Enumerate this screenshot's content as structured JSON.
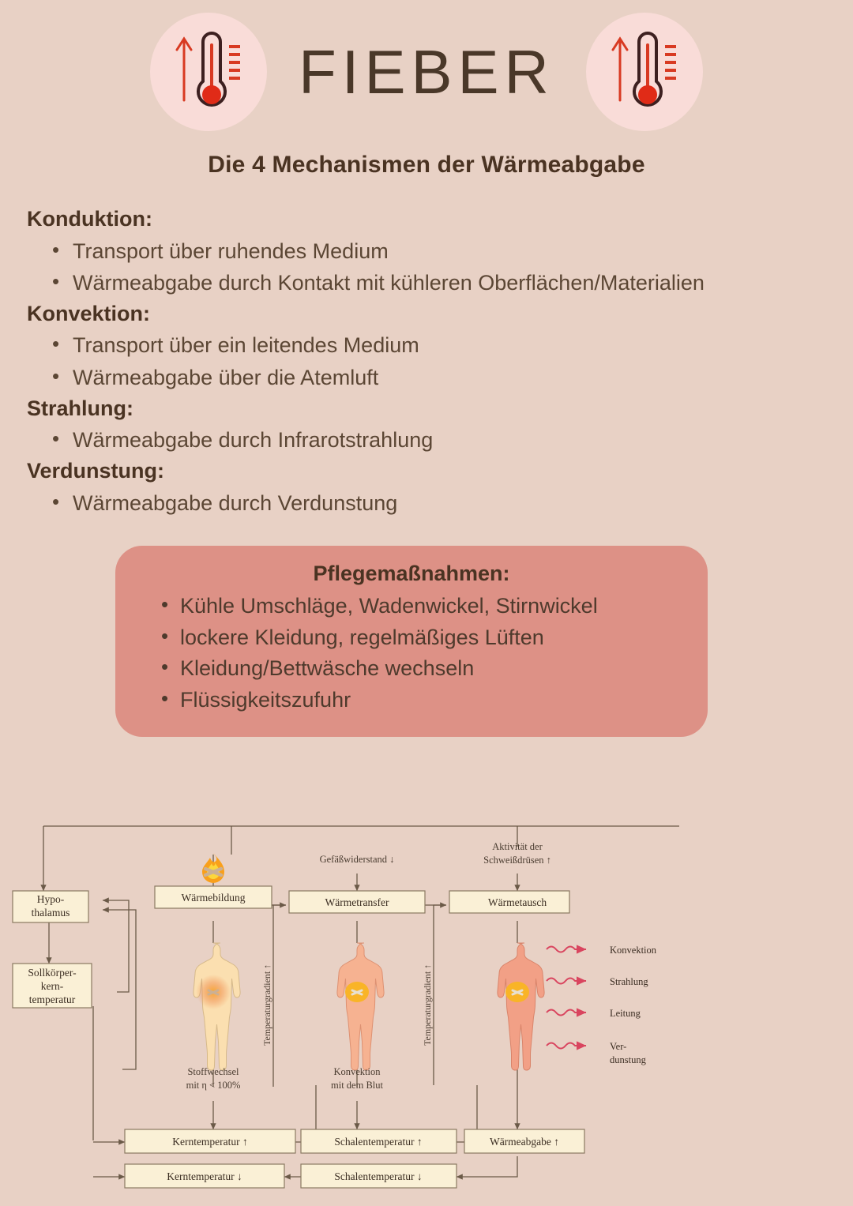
{
  "header": {
    "title": "FIEBER",
    "left_icon": "thermometer-icon",
    "right_icon": "thermometer-icon",
    "badge_color": "#f9dcd8",
    "title_color": "#4a3829"
  },
  "background_color": "#e8d1c5",
  "subtitle": "Die 4 Mechanismen der Wärmeabgabe",
  "mechanisms": [
    {
      "heading": "Konduktion:",
      "items": [
        "Transport über ruhendes Medium",
        "Wärmeabgabe durch Kontakt mit kühleren Oberflächen/Materialien"
      ]
    },
    {
      "heading": "Konvektion:",
      "items": [
        "Transport über ein leitendes Medium",
        "Wärmeabgabe über die Atemluft"
      ]
    },
    {
      "heading": "Strahlung:",
      "items": [
        "Wärmeabgabe durch Infrarotstrahlung"
      ]
    },
    {
      "heading": "Verdunstung:",
      "items": [
        "Wärmeabgabe durch Verdunstung"
      ]
    }
  ],
  "care_box": {
    "title": "Pflegemaßnahmen:",
    "background_color": "#dd9186",
    "items": [
      "Kühle Umschläge, Wadenwickel, Stirnwickel",
      "lockere Kleidung, regelmäßiges Lüften",
      "Kleidung/Bettwäsche wechseln",
      "Flüssigkeitszufuhr"
    ]
  },
  "diagram": {
    "box_fill": "#faf0d6",
    "box_stroke": "#8a7a62",
    "line_color": "#6b5a48",
    "arrow_red": "#d9455f",
    "boxes": {
      "hypothalamus_line1": "Hypo-",
      "hypothalamus_line2": "thalamus",
      "soll_line1": "Sollkörper-",
      "soll_line2": "kern-",
      "soll_line3": "temperatur",
      "waermebildung": "Wärmebildung",
      "waermetransfer": "Wärmetransfer",
      "waermetausch": "Wärmetausch",
      "kerntemp_up": "Kerntemperatur ↑",
      "kerntemp_down": "Kerntemperatur ↓",
      "schalentemp_up": "Schalentemperatur ↑",
      "schalentemp_down": "Schalentemperatur ↓",
      "waermeabgabe_up": "Wärmeabgabe ↑"
    },
    "labels": {
      "gefaesswiderstand": "Gefäßwiderstand ↓",
      "aktivitaet_line1": "Aktivität der",
      "aktivitaet_line2": "Schweißdrüsen ↑",
      "gradient_left": "Temperaturgradient ↑",
      "gradient_right": "Temperaturgradient ↑",
      "stoffwechsel_line1": "Stoffwechsel",
      "stoffwechsel_line2": "mit η < 100%",
      "konvektion_line1": "Konvektion",
      "konvektion_line2": "mit dem Blut"
    },
    "emission_legend": [
      "Konvektion",
      "Strahlung",
      "Leitung",
      "Ver-"
    ],
    "emission_legend_last_line2": "dunstung",
    "fire_icon": "flame-icon",
    "figures": [
      {
        "name": "body-figure-pale",
        "fill": "#fbdfb0"
      },
      {
        "name": "body-figure-mid",
        "fill": "#f6b291"
      },
      {
        "name": "body-figure-warm",
        "fill": "#f2a086"
      }
    ]
  }
}
